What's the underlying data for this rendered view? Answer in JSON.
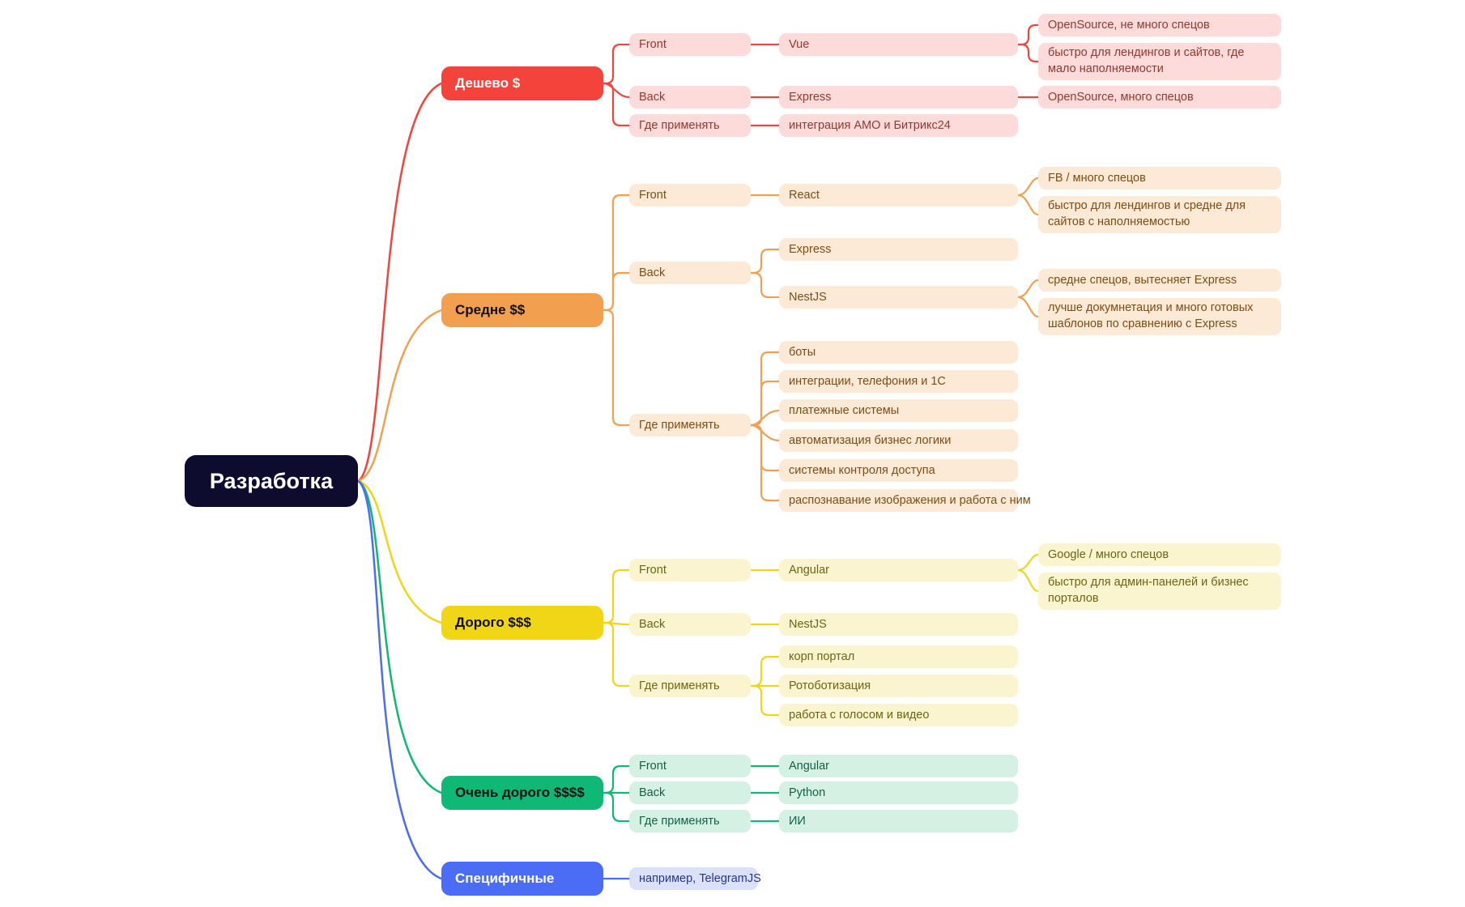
{
  "canvas": {
    "background": "#ffffff"
  },
  "root": {
    "label": "Разработка",
    "bg": "#0e0c2e",
    "text_color": "#ffffff"
  },
  "branches": [
    {
      "label": "Дешево $",
      "accent": "#f4433a",
      "light_bg": "#fcdbda",
      "light_text": "#93392e",
      "label_color": "#ffffff",
      "children": [
        {
          "label": "Front",
          "children": [
            {
              "label": "Vue",
              "children": [
                {
                  "label": "OpenSource, не много спецов"
                },
                {
                  "label": "быстро для лендингов и сайтов, где мало наполняемости"
                }
              ]
            }
          ]
        },
        {
          "label": "Back",
          "children": [
            {
              "label": "Express",
              "children": [
                {
                  "label": "OpenSource, много спецов"
                }
              ]
            }
          ]
        },
        {
          "label": "Где применять",
          "children": [
            {
              "label": "интеграция АМО и Битрикс24"
            }
          ]
        }
      ]
    },
    {
      "label": "Средне $$",
      "accent": "#f2a050",
      "light_bg": "#fcead7",
      "light_text": "#7d4d14",
      "label_color": "#111019",
      "children": [
        {
          "label": "Front",
          "children": [
            {
              "label": "React",
              "children": [
                {
                  "label": "FB / много спецов"
                },
                {
                  "label": "быстро для лендингов и средне для сайтов с наполняемостью"
                }
              ]
            }
          ]
        },
        {
          "label": "Back",
          "children": [
            {
              "label": "Express"
            },
            {
              "label": "NestJS",
              "children": [
                {
                  "label": "средне спецов, вытесняет Express"
                },
                {
                  "label": "лучше докумнетация и много готовых шаблонов по сравнению с Express"
                }
              ]
            }
          ]
        },
        {
          "label": "Где применять",
          "children": [
            {
              "label": "боты"
            },
            {
              "label": "интеграции, телефония и 1С"
            },
            {
              "label": "платежные системы"
            },
            {
              "label": "автоматизация бизнес логики"
            },
            {
              "label": "системы контроля доступа"
            },
            {
              "label": "распознавание изображения и работа с ним"
            }
          ]
        }
      ]
    },
    {
      "label": "Дорого $$$",
      "accent": "#f0d616",
      "light_bg": "#faf4cf",
      "light_text": "#6f6414",
      "label_color": "#111019",
      "children": [
        {
          "label": "Front",
          "children": [
            {
              "label": "Angular",
              "children": [
                {
                  "label": "Google / много спецов"
                },
                {
                  "label": "быстро для админ-панелей и бизнес порталов"
                }
              ]
            }
          ]
        },
        {
          "label": "Back",
          "children": [
            {
              "label": "NestJS"
            }
          ]
        },
        {
          "label": "Где применять",
          "children": [
            {
              "label": "корп портал"
            },
            {
              "label": "Ротоботизация"
            },
            {
              "label": "работа с голосом и видео"
            }
          ]
        }
      ]
    },
    {
      "label": "Очень дорого $$$$",
      "accent": "#0fb975",
      "light_bg": "#d5f1e3",
      "light_text": "#136148",
      "label_color": "#111019",
      "children": [
        {
          "label": "Front",
          "children": [
            {
              "label": "Angular"
            }
          ]
        },
        {
          "label": "Back",
          "children": [
            {
              "label": "Python"
            }
          ]
        },
        {
          "label": "Где применять",
          "children": [
            {
              "label": "ИИ"
            }
          ]
        }
      ]
    },
    {
      "label": "Специфичные",
      "accent": "#4b6cf5",
      "light_bg": "#dce1fb",
      "light_text": "#24368f",
      "label_color": "#ffffff",
      "children": [
        {
          "label": "например, TelegramJS"
        }
      ]
    }
  ]
}
